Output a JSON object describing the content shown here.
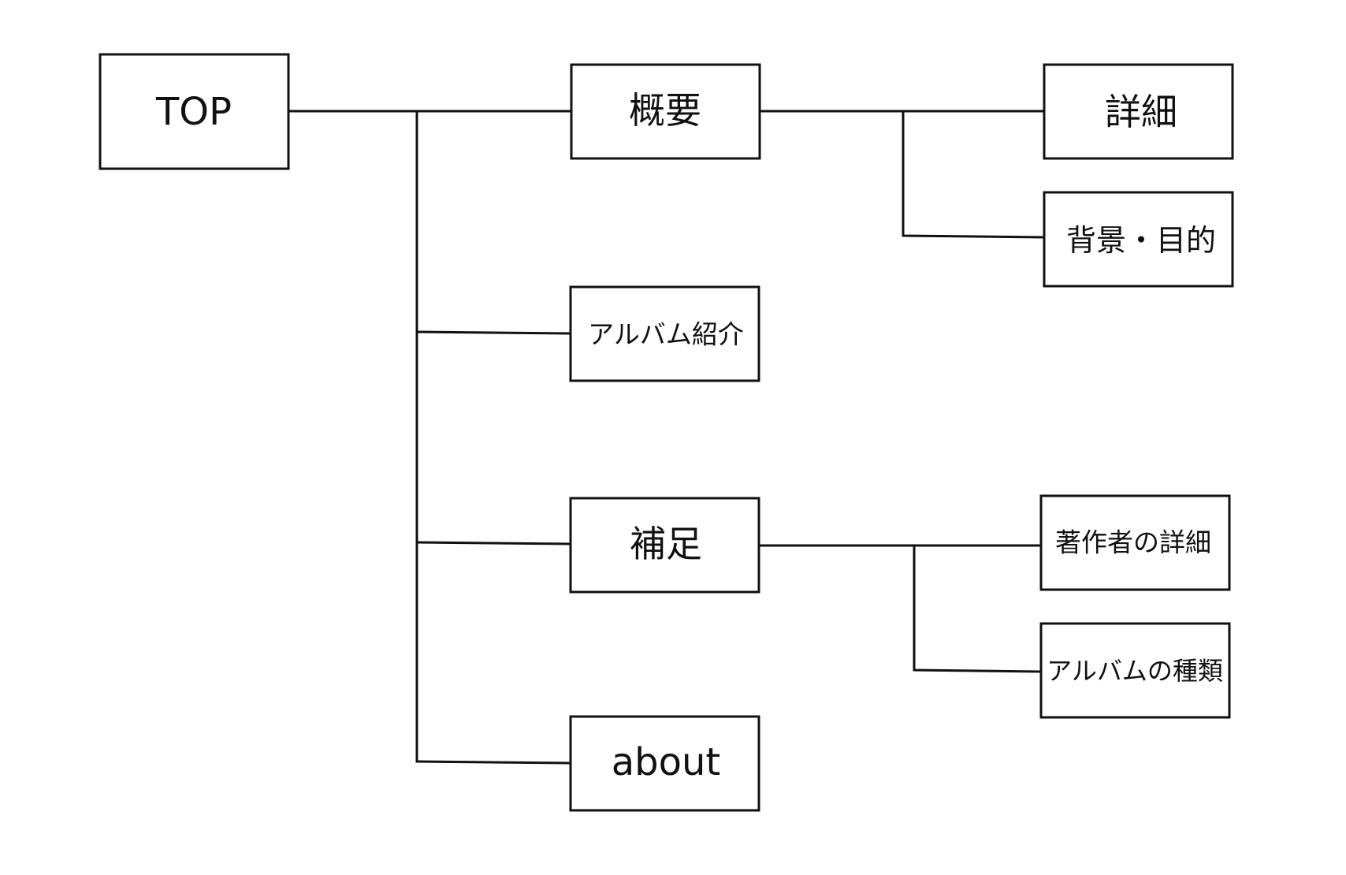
{
  "sitemap": {
    "root": {
      "label": "TOP"
    },
    "level1": [
      {
        "label": "概要"
      },
      {
        "label": "アルバム紹介"
      },
      {
        "label": "補足"
      },
      {
        "label": "about"
      }
    ],
    "overview_children": [
      {
        "label": "詳細"
      },
      {
        "label": "背景・目的"
      }
    ],
    "supplement_children": [
      {
        "label": "著作者の詳細"
      },
      {
        "label": "アルバムの種類"
      }
    ]
  }
}
